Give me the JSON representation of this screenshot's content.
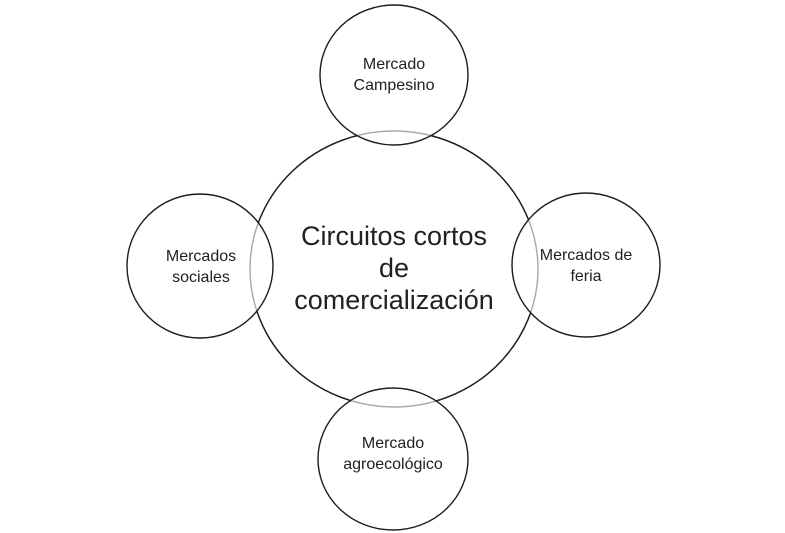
{
  "diagram": {
    "title": "Circuitos cortos de comercialización",
    "center": {
      "label": "Circuitos cortos\nde\ncomercialización"
    },
    "nodes": [
      {
        "id": "top",
        "label": "Mercado\nCampesino"
      },
      {
        "id": "right",
        "label": "Mercados de\nferia"
      },
      {
        "id": "bottom",
        "label": "Mercado\nagroecológico"
      },
      {
        "id": "left",
        "label": "Mercados\nsociales"
      }
    ]
  },
  "colors": {
    "background": "#ffffff",
    "stroke": "#1c1c1c",
    "overlap_arc": "#a8a8a8",
    "text": "#212121"
  }
}
